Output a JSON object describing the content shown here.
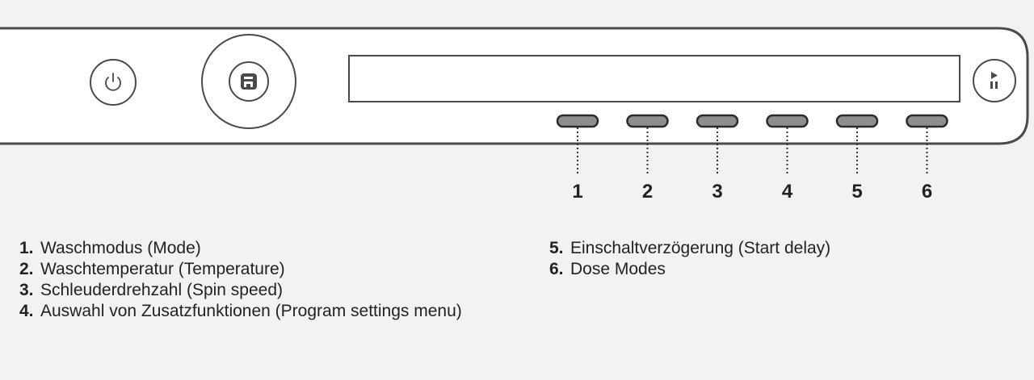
{
  "panel": {
    "colors": {
      "panel_bg": "#ffffff",
      "outline": "#4a4a4a",
      "button_fill": "#8e8e8e",
      "page_bg": "#f2f2f3"
    },
    "icons": {
      "power": "power-icon",
      "program": "program-selector-icon",
      "start_pause": "start-pause-icon"
    },
    "buttons": [
      "1",
      "2",
      "3",
      "4",
      "5",
      "6"
    ]
  },
  "legend": {
    "left": [
      {
        "num": "1.",
        "text": "Waschmodus (Mode)"
      },
      {
        "num": "2.",
        "text": "Waschtemperatur (Temperature)"
      },
      {
        "num": "3.",
        "text": "Schleuderdrehzahl (Spin speed)"
      },
      {
        "num": "4.",
        "text": "Auswahl von Zusatzfunktionen (Program settings menu)"
      }
    ],
    "right": [
      {
        "num": "5.",
        "text": "Einschaltverzögerung (Start delay)"
      },
      {
        "num": "6.",
        "text": "Dose Modes"
      }
    ]
  }
}
